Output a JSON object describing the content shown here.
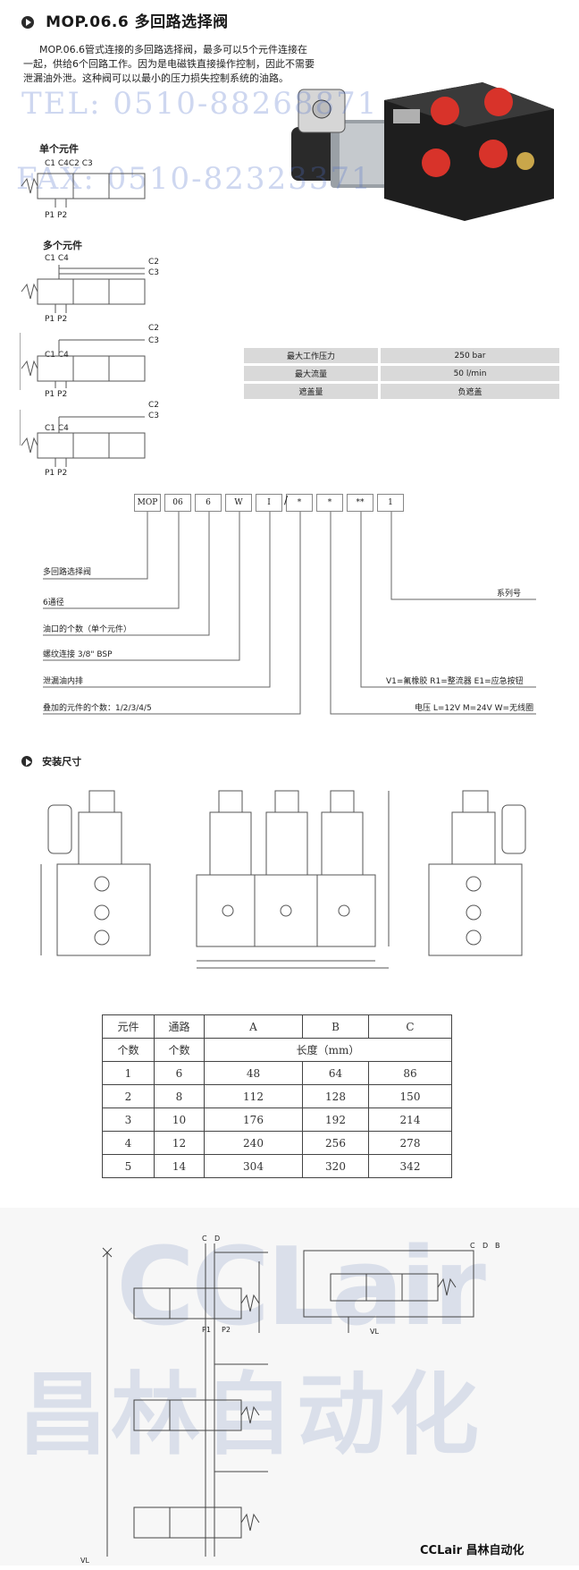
{
  "header": {
    "title": "MOP.06.6 多回路选择阀",
    "intro_lines": [
      "MOP.06.6管式连接的多回路选择阀，最多可以5个元件连接在",
      "一起，供给6个回路工作。因为是电磁铁直接操作控制，因此不需要",
      "泄漏油外泄。这种阀可以以最小的压力损失控制系统的油路。"
    ]
  },
  "watermark": {
    "tel": "TEL: 0510-88268871",
    "fax": "FAX: 0510-82323371"
  },
  "schematics": {
    "single_label": "单个元件",
    "multi_label": "多个元件",
    "ports_top_single": "C1 C4C2 C3",
    "ports_top_multi": "C1 C4",
    "port_c2": "C2",
    "port_c3": "C3",
    "ports_bottom": "P1  P2"
  },
  "spec_table": {
    "rows": [
      [
        "最大工作压力",
        "250 bar"
      ],
      [
        "最大流量",
        "50 l/min"
      ],
      [
        "遮盖量",
        "负遮盖"
      ]
    ]
  },
  "order_code": {
    "cells": [
      "MOP",
      "06",
      "6",
      "W",
      "I",
      "*",
      "*",
      "**",
      "1"
    ],
    "slash": "/",
    "labels_left": [
      "多回路选择阀",
      "6通径",
      "油口的个数（单个元件）",
      "螺纹连接 3/8\" BSP",
      "泄漏油内排",
      "叠加的元件的个数：1/2/3/4/5"
    ],
    "labels_right": [
      "系列号",
      "V1=氟橡胶 R1=整流器  E1=应急按钮",
      "电压 L=12V M=24V W=无线圈"
    ]
  },
  "install": {
    "title": "安装尺寸"
  },
  "dim_table": {
    "head1": [
      "元件",
      "通路",
      "A",
      "B",
      "C"
    ],
    "head2": [
      "个数",
      "个数",
      "长度（mm）"
    ],
    "rows": [
      [
        "1",
        "6",
        "48",
        "64",
        "86"
      ],
      [
        "2",
        "8",
        "112",
        "128",
        "150"
      ],
      [
        "3",
        "10",
        "176",
        "192",
        "214"
      ],
      [
        "4",
        "12",
        "240",
        "256",
        "278"
      ],
      [
        "5",
        "14",
        "304",
        "320",
        "342"
      ]
    ]
  },
  "bottom": {
    "watermark_brand": "CCLair",
    "watermark_cn": "昌林自动化",
    "footer": "CCLair 昌林自动化",
    "port_c": "C",
    "port_d": "D",
    "port_b": "B",
    "port_p1": "P1",
    "port_p2": "P2",
    "port_vl": "VL"
  },
  "colors": {
    "watermark_blue": "#6e8fd6",
    "valve_red": "#d8332a",
    "table_grey": "#d9d9d9"
  }
}
